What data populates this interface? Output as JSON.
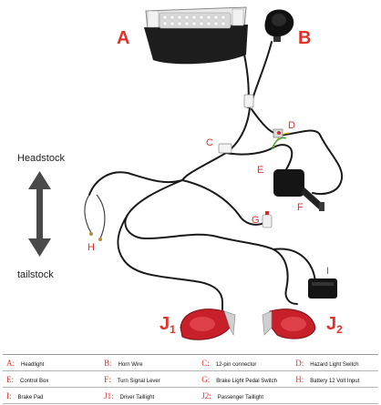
{
  "labels": {
    "A": "A",
    "B": "B",
    "C": "C",
    "D": "D",
    "E": "E",
    "F": "F",
    "G": "G",
    "H": "H",
    "I": "I",
    "J1_main": "J",
    "J1_sub": "1",
    "J2_main": "J",
    "J2_sub": "2"
  },
  "directions": {
    "top": "Headstock",
    "bottom": "tailstock"
  },
  "legend": [
    [
      {
        "code": "A:",
        "text": "Headlight"
      },
      {
        "code": "B:",
        "text": "Horn Wire"
      },
      {
        "code": "C:",
        "text": "12-pin connector"
      },
      {
        "code": "D:",
        "text": "Hazard Light Switch"
      }
    ],
    [
      {
        "code": "E:",
        "text": "Control Box"
      },
      {
        "code": "F:",
        "text": "Turn Signal Lever"
      },
      {
        "code": "G:",
        "text": "Brake Light Pedal Switch"
      },
      {
        "code": "H:",
        "text": "Battery 12 Volt Input"
      }
    ],
    [
      {
        "code": "I:",
        "text": "Brake Pad"
      },
      {
        "code": "J1:",
        "text": "Driver Taillight"
      },
      {
        "code": "J2:",
        "text": "Passenger Taillight"
      },
      {
        "code": "",
        "text": ""
      }
    ]
  ],
  "colors": {
    "label_red": "#e2312b",
    "wire": "#1a1a1a",
    "taillight_red": "#c8202a"
  }
}
